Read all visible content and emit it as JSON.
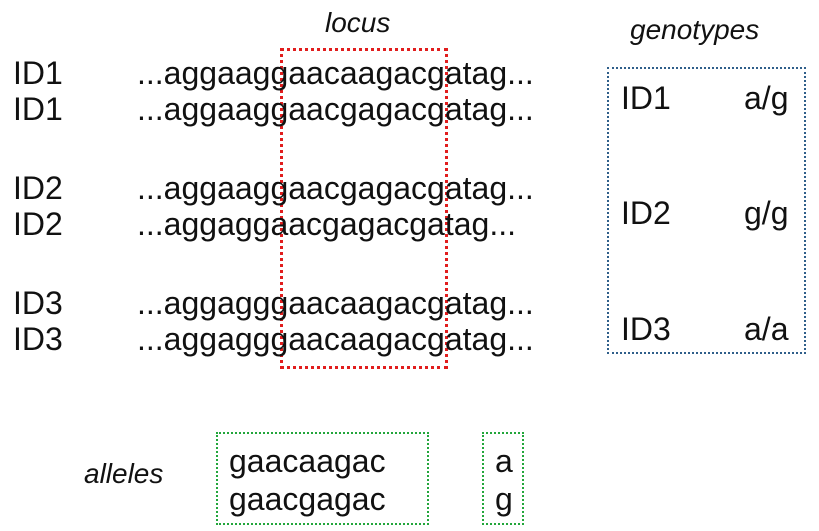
{
  "headers": {
    "locus": "locus",
    "genotypes": "genotypes",
    "alleles": "alleles"
  },
  "reads": [
    {
      "id": "ID1",
      "sequence": "...aggaaggaacaagacgatag..."
    },
    {
      "id": "ID1",
      "sequence": "...aggaaggaacgagacgatag..."
    },
    {
      "id": "ID2",
      "sequence": "...aggaaggaacgagacgatag..."
    },
    {
      "id": "ID2",
      "sequence": "...aggaggaacgagacgatag..."
    },
    {
      "id": "ID3",
      "sequence": "...aggagggaacaagacgatag..."
    },
    {
      "id": "ID3",
      "sequence": "...aggagggaacaagacgatag..."
    }
  ],
  "genotypes": [
    {
      "id": "ID1",
      "call": "a/g"
    },
    {
      "id": "ID2",
      "call": "g/g"
    },
    {
      "id": "ID3",
      "call": "a/a"
    }
  ],
  "alleles": [
    {
      "sequence": "gaacaagac",
      "base": "a"
    },
    {
      "sequence": "gaacgagac",
      "base": "g"
    }
  ],
  "colors": {
    "locus_border": "#e11d1d",
    "genotypes_border": "#2f5f8a",
    "alleles_border": "#22a63b"
  }
}
